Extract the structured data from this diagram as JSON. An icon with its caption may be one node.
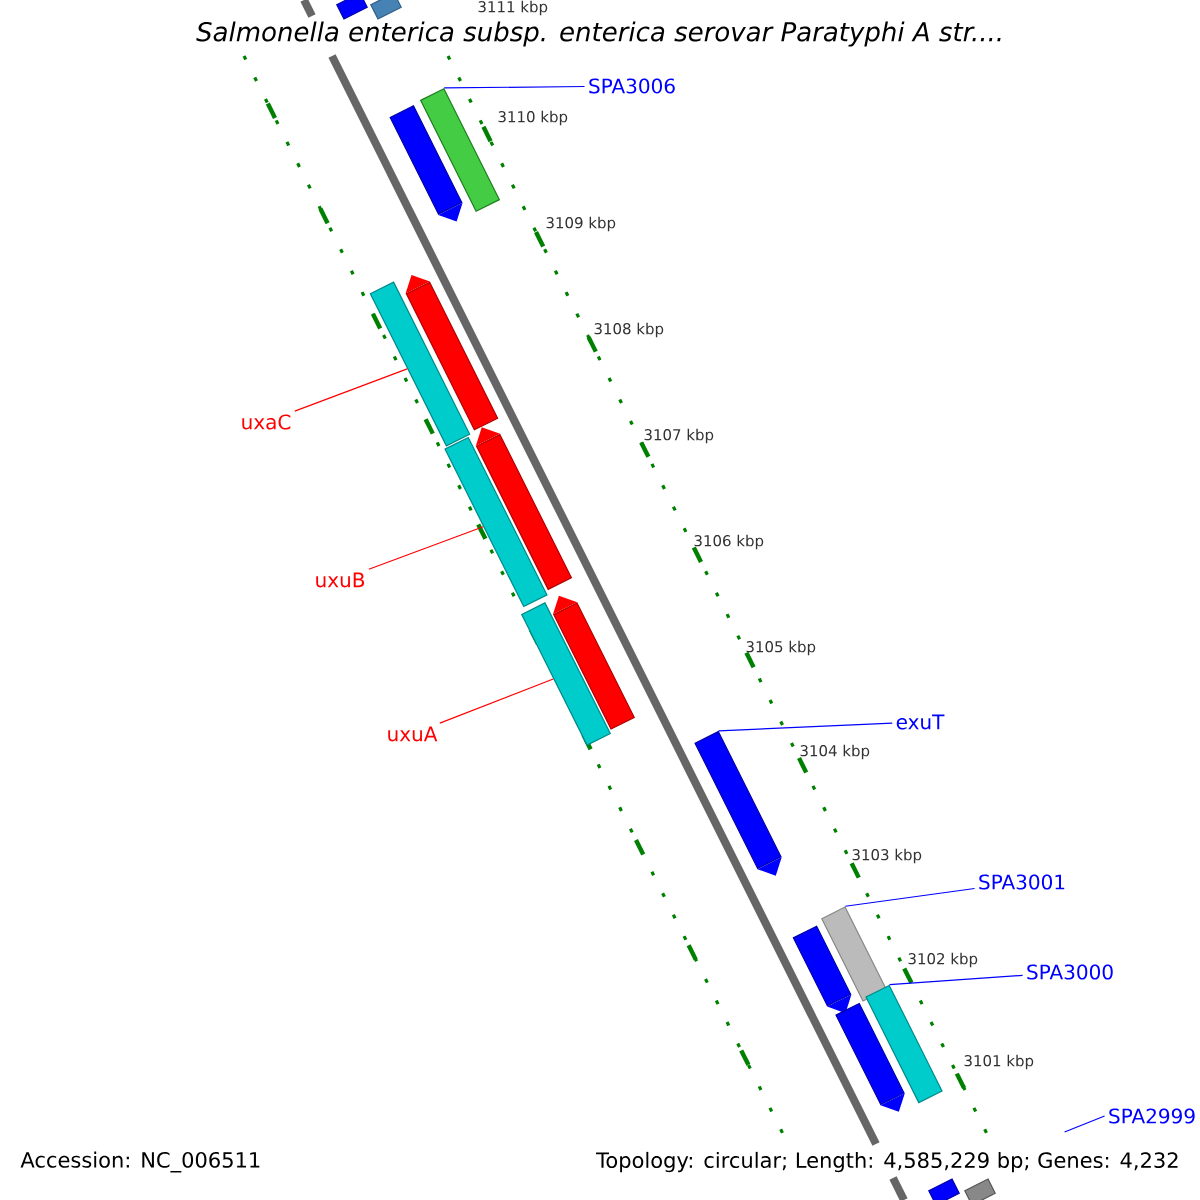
{
  "diagram": {
    "title": "Salmonella enterica subsp. enterica serovar Paratyphi A str....",
    "nodes": [
      {
        "text": [],
        "shape": "box"
      },
      {
        "text": [],
        "shape": "box"
      },
      {
        "text": [
          "SPA3006"
        ]
      },
      {
        "text": [],
        "shape": "arrow"
      },
      {
        "text": [],
        "shape": "box"
      },
      {
        "text": [],
        "shape": "box"
      },
      {
        "text": [],
        "shape": "arrow"
      },
      {
        "text": [
          "uxaC"
        ]
      },
      {
        "text": [],
        "shape": "box"
      },
      {
        "text": [],
        "shape": "arrow"
      },
      {
        "text": [
          "uxuB"
        ]
      },
      {
        "text": [],
        "shape": "box"
      },
      {
        "text": [],
        "shape": "arrow"
      },
      {
        "text": [
          "uxuA"
        ]
      },
      {
        "text": [
          "exuT"
        ]
      },
      {
        "text": [],
        "shape": "arrow"
      },
      {
        "text": [
          "SPA3001"
        ]
      },
      {
        "text": [],
        "shape": "arrow"
      },
      {
        "text": [],
        "shape": "box"
      },
      {
        "text": [
          "SPA3000"
        ]
      },
      {
        "text": [],
        "shape": "arrow"
      },
      {
        "text": [],
        "shape": "box"
      },
      {
        "text": [
          "SPA2999"
        ]
      },
      {
        "text": [],
        "shape": "box"
      },
      {
        "text": [],
        "shape": "box"
      }
    ],
    "edges": [
      {
        "from": 2,
        "to": 4,
        "arrow": "none"
      },
      {
        "from": 7,
        "to": 5,
        "arrow": "none",
        "color": "#ff0000"
      },
      {
        "from": 10,
        "to": 8,
        "arrow": "none",
        "color": "#ff0000"
      },
      {
        "from": 13,
        "to": 11,
        "arrow": "none",
        "color": "#ff0000"
      },
      {
        "from": 14,
        "to": 15,
        "arrow": "none"
      },
      {
        "from": 16,
        "to": 18,
        "arrow": "none"
      },
      {
        "from": 19,
        "to": 21,
        "arrow": "none"
      },
      {
        "from": 22,
        "to": null,
        "arrow": "none"
      }
    ],
    "labels": [
      "3111 kbp",
      "3110 kbp",
      "3109 kbp",
      "3108 kbp",
      "3107 kbp",
      "3106 kbp",
      "3105 kbp",
      "3104 kbp",
      "3103 kbp",
      "3102 kbp",
      "3101 kbp",
      "Accession: NC_006511",
      "Topology: circular; Length: 4,585,229 bp; Genes: 4,232"
    ]
  }
}
